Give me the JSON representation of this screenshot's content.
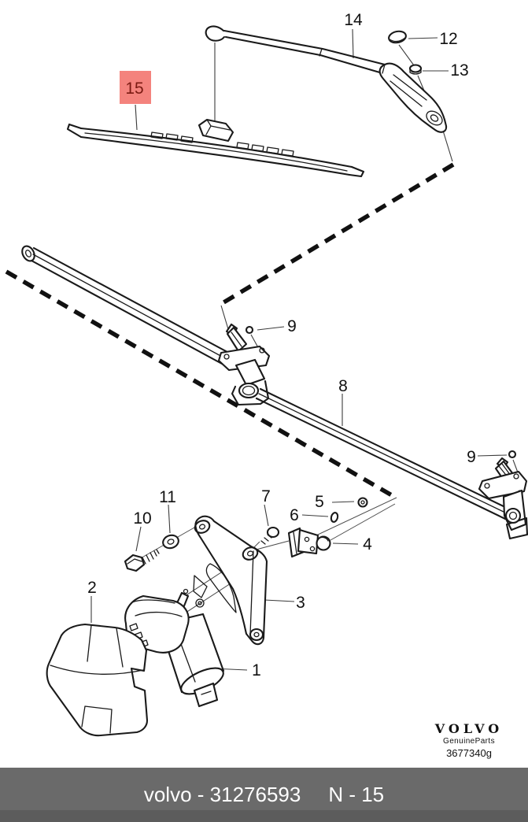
{
  "figure": {
    "title": "wiper-linkage-exploded-diagram",
    "callouts": [
      {
        "part": "14",
        "label": "14",
        "highlighted": false
      },
      {
        "part": "12",
        "label": "12",
        "highlighted": false
      },
      {
        "part": "13",
        "label": "13",
        "highlighted": false
      },
      {
        "part": "15",
        "label": "15",
        "highlighted": true
      },
      {
        "part": "9",
        "label": "9",
        "highlighted": false
      },
      {
        "part": "8",
        "label": "8",
        "highlighted": false
      },
      {
        "part": "9",
        "label": "9",
        "highlighted": false
      },
      {
        "part": "10",
        "label": "10",
        "highlighted": false
      },
      {
        "part": "11",
        "label": "11",
        "highlighted": false
      },
      {
        "part": "7",
        "label": "7",
        "highlighted": false
      },
      {
        "part": "5",
        "label": "5",
        "highlighted": false
      },
      {
        "part": "6",
        "label": "6",
        "highlighted": false
      },
      {
        "part": "4",
        "label": "4",
        "highlighted": false
      },
      {
        "part": "3",
        "label": "3",
        "highlighted": false
      },
      {
        "part": "1",
        "label": "1",
        "highlighted": false
      },
      {
        "part": "2",
        "label": "2",
        "highlighted": false
      }
    ]
  },
  "branding": {
    "logo": "VOLVO",
    "subtitle": "GenuineParts",
    "drawing_number": "3677340g"
  },
  "footer": {
    "left_text": "volvo - 31276593",
    "right_text": "N - 15"
  },
  "colors": {
    "highlight_bg": "#f4837d",
    "highlight_text": "#7b1a12",
    "footer_bg": "#646464",
    "footer_text": "#ffffff",
    "line": "#1a1a1a"
  }
}
